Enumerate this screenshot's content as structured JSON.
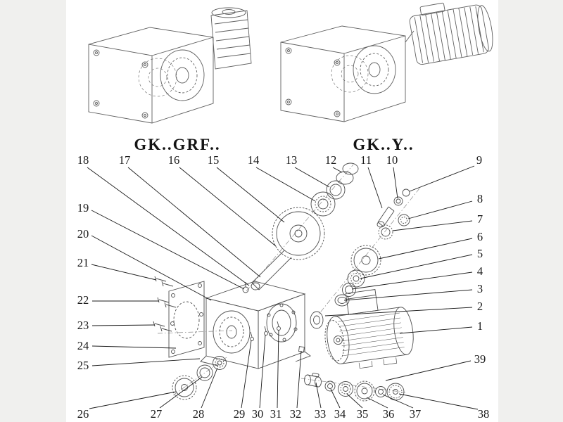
{
  "titles": {
    "left": "GK..GRF..",
    "right": "GK..Y.."
  },
  "callouts": {
    "top": [
      "18",
      "17",
      "16",
      "15",
      "14",
      "13",
      "12",
      "11",
      "10",
      "9"
    ],
    "left": [
      "19",
      "20",
      "21",
      "22",
      "23",
      "24",
      "25"
    ],
    "right": [
      "8",
      "7",
      "6",
      "5",
      "4",
      "3",
      "2",
      "1",
      "39"
    ],
    "bottom": [
      "26",
      "27",
      "28",
      "29",
      "30",
      "31",
      "32",
      "33",
      "34",
      "35",
      "36",
      "37",
      "38"
    ]
  },
  "colors": {
    "ink": "#1a1a1a",
    "line_art": "#5f5f5f",
    "paper": "#ffffff"
  }
}
